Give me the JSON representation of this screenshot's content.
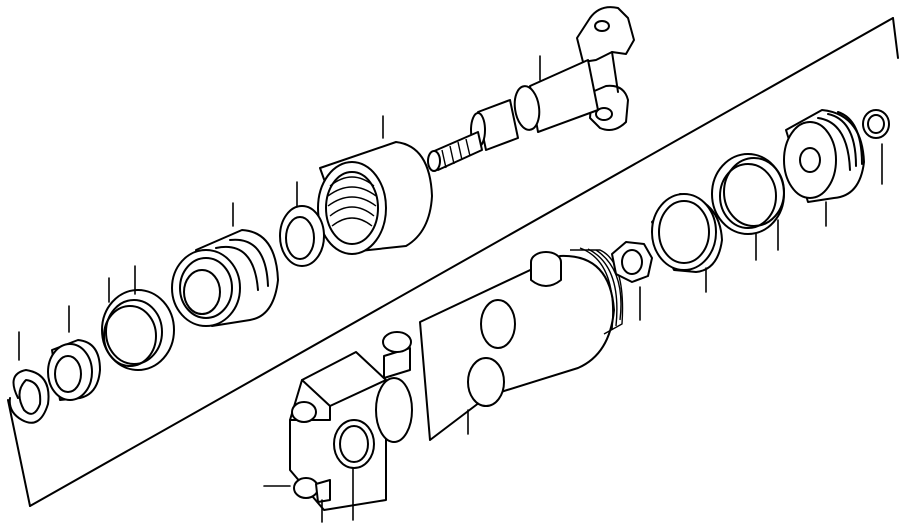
{
  "diagram": {
    "kind": "exploded-parts-view",
    "colors": {
      "line": "#000000",
      "background": "#ffffff"
    },
    "parts": [
      "rod-eye-clevis",
      "piston-rod",
      "gland-nut",
      "wear-ring",
      "rod-seal-packing",
      "backup-ring",
      "dust-seal",
      "bushing",
      "snap-ring",
      "cylinder-tube",
      "head-end-block",
      "port-fitting",
      "lock-nut",
      "piston-wear-band",
      "piston-seal",
      "piston",
      "o-ring"
    ]
  }
}
